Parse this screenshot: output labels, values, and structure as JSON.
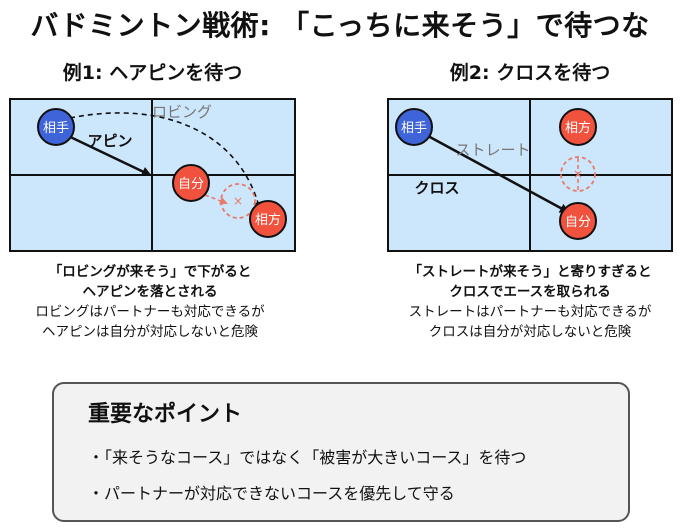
{
  "title": "バドミントン戦術: 「こっちに来そう」で待つな",
  "example1": {
    "heading": "例1: ヘアピンを待つ",
    "opponent1": "相手",
    "opponent2": "相方",
    "self": "自分",
    "label_hairpin": "アピン",
    "label_lob": "ロビング",
    "caption_bold_1": "「ロビングが来そう」で下がると",
    "caption_bold_2": "ヘアピンを落とされる",
    "caption_1": "ロビングはパートナーも対応できるが",
    "caption_2": "ヘアピンは自分が対応しないと危険"
  },
  "example2": {
    "heading": "例2: クロスを待つ",
    "opponent": "相手",
    "partner": "相方",
    "self": "自分",
    "label_straight": "ストレート",
    "label_cross": "クロス",
    "caption_bold_1": "「ストレートが来そう」と寄りすぎると",
    "caption_bold_2": "クロスでエースを取られる",
    "caption_1": "ストレートはパートナーも対応できるが",
    "caption_2": "クロスは自分が対応しないと危険"
  },
  "points": {
    "title": "重要なポイント",
    "items": [
      "・「来そうなコース」ではなく「被害が大きいコース」を待つ",
      "・パートナーが対応できないコースを優先して守る"
    ]
  },
  "colors": {
    "court": "#cce6fb",
    "opponent": "#3f63d9",
    "self": "#f0523e",
    "ghost": "#e87a6a",
    "line": "#111111"
  }
}
